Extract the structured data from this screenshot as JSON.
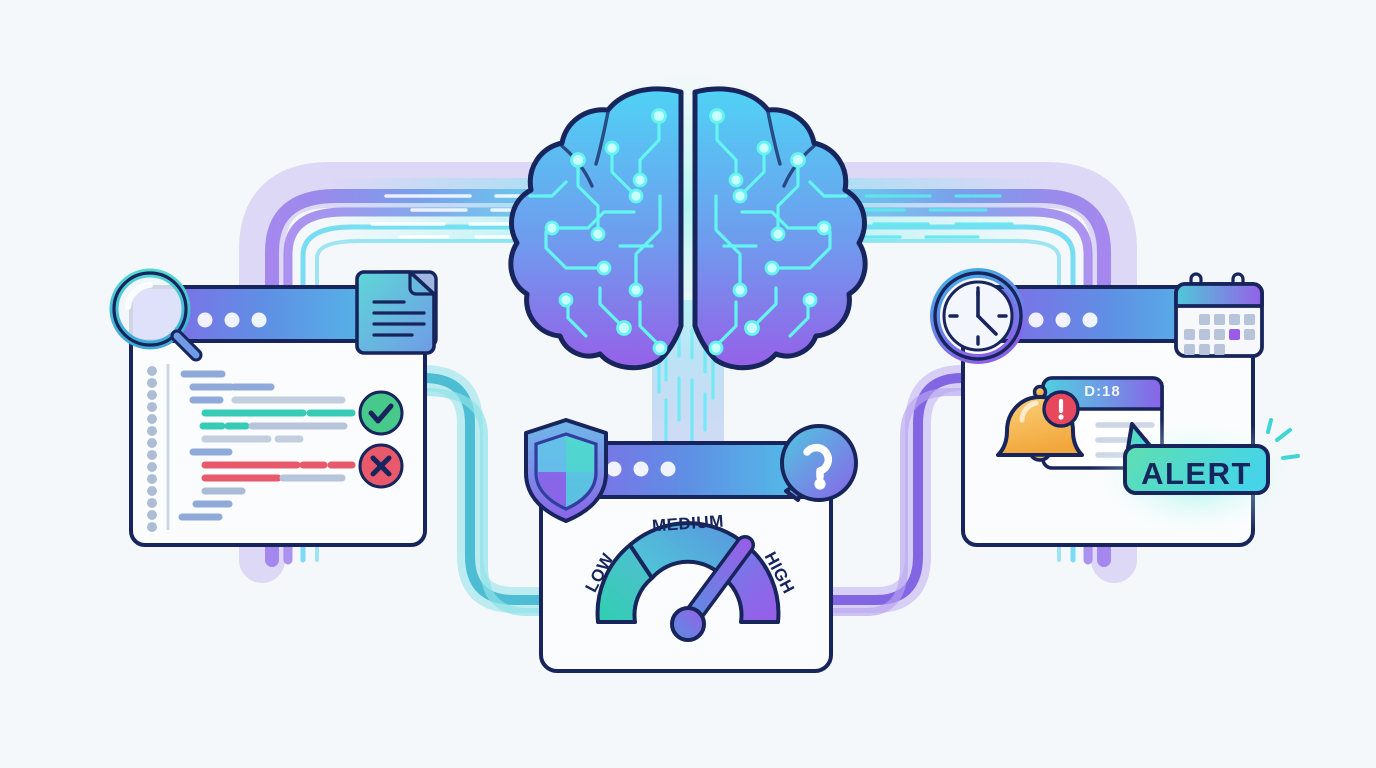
{
  "scene": {
    "title": "AI threat-analysis pipeline diagram",
    "background_color": "#f4f8fa",
    "palette": {
      "outline": "#1b2a5e",
      "purple": "#7b5ce0",
      "violet": "#8a63e8",
      "blue": "#4f8fe0",
      "cyan": "#4fd8ee",
      "teal": "#35cbb4",
      "green_check": "#46c98b",
      "red_x": "#e8596b",
      "amber_bell": "#f5b648",
      "alert_green": "#5fdfb0",
      "alert_cyan": "#45d4e8",
      "panel_fill": "#fbfcfe",
      "code_blue": "#8fa9d8",
      "code_grey": "#c3cede",
      "code_green": "#35cbb4",
      "code_red": "#e8596b"
    }
  },
  "brain": {
    "name": "AI brain",
    "description": "circuit-board brain with two hemispheres",
    "glow_color": "#9ff3ef",
    "gradient_top": "#4fd2f5",
    "gradient_bottom": "#9560e8",
    "trace_color": "#5ff6f0",
    "node_count_left": 11,
    "node_count_right": 11
  },
  "flows": {
    "left_pipe": {
      "label": "input data flow",
      "color": "#8a63e8"
    },
    "right_pipe": {
      "label": "output data flow",
      "color": "#8a63e8"
    },
    "left_connector": {
      "label": "scan to analysis link",
      "color": "#3fb8cf"
    },
    "right_connector": {
      "label": "analysis to alert link",
      "color": "#7b5ce0"
    },
    "down_stream": {
      "label": "brain to analysis data stream",
      "color": "#5fe6f0"
    }
  },
  "panels": {
    "scan": {
      "name": "code-scan-window",
      "titlebar_dots": 3,
      "icons": {
        "magnifier": "search-icon",
        "document": "document-icon",
        "pass": "check-circle-icon",
        "fail": "x-circle-icon"
      },
      "code_lines": [
        {
          "indent": 0,
          "width": 100,
          "color": "#8fa9d8"
        },
        {
          "indent": 24,
          "width": 92,
          "color": "#8fa9d8"
        },
        {
          "indent": 24,
          "width": 72,
          "color": "#8fa9d8"
        },
        {
          "indent": 38,
          "width": 96,
          "color": "#35cbb4"
        },
        {
          "indent": 38,
          "width": 44,
          "color": "#35cbb4"
        },
        {
          "indent": 38,
          "width": 60,
          "color": "#c3cede"
        },
        {
          "indent": 24,
          "width": 92,
          "color": "#8fa9d8"
        },
        {
          "indent": 38,
          "width": 92,
          "color": "#e8596b"
        },
        {
          "indent": 38,
          "width": 76,
          "color": "#e8596b"
        },
        {
          "indent": 46,
          "width": 60,
          "color": "#8fa9d8"
        },
        {
          "indent": 32,
          "width": 60,
          "color": "#8fa9d8"
        },
        {
          "indent": 24,
          "width": 72,
          "color": "#8fa9d8"
        }
      ],
      "gutter_dots": 12
    },
    "analysis": {
      "name": "risk-analysis-window",
      "titlebar_dots": 3,
      "icons": {
        "shield": "shield-icon",
        "question": "question-bubble-icon"
      },
      "gauge": {
        "type": "gauge",
        "labels": [
          "LOW",
          "MEDIUM",
          "HIGH"
        ],
        "segment_colors": [
          "#35cbb4",
          "#4aa6dd",
          "#8a63e8"
        ],
        "needle_points_to": "HIGH",
        "needle_angle_deg": 52
      }
    },
    "alert": {
      "name": "alert-window",
      "titlebar_dots": 3,
      "icons": {
        "clock": "clock-icon",
        "calendar": "calendar-icon",
        "bell": "bell-icon",
        "badge": "exclamation-badge-icon"
      },
      "clock": {
        "hour": 12,
        "minute": 20
      },
      "calendar": {
        "rows": 3,
        "cols": 5,
        "highlighted_index": 13,
        "highlight_color": "#9a5ce8"
      },
      "notification_card": {
        "header_text": "D:18",
        "body_line_count": 3
      },
      "alert_bubble": {
        "text": "ALERT",
        "text_color": "#17255c",
        "gradient_from": "#5fdfb0",
        "gradient_to": "#45d4e8",
        "glow": true
      }
    }
  },
  "chart_data": {
    "type": "gauge",
    "title": "Risk level",
    "categories": [
      "LOW",
      "MEDIUM",
      "HIGH"
    ],
    "values": [
      33,
      33,
      34
    ],
    "reading": "HIGH",
    "needle_fraction": 0.78,
    "colors": [
      "#35cbb4",
      "#4aa6dd",
      "#8a63e8"
    ],
    "xlabel": "",
    "ylabel": "",
    "grid": false,
    "legend": "none"
  }
}
